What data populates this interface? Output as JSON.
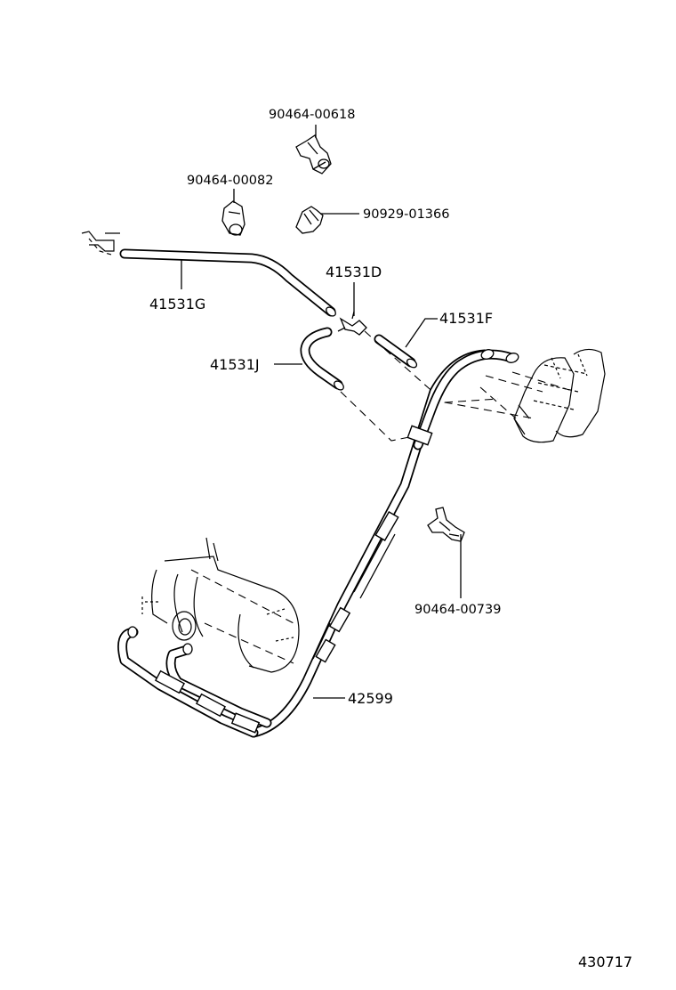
{
  "diagram": {
    "figure_number": "430717",
    "parts": [
      {
        "id": "clamp-top",
        "label": "90464-00618"
      },
      {
        "id": "clamp-left",
        "label": "90464-00082"
      },
      {
        "id": "clip",
        "label": "90929-01366"
      },
      {
        "id": "hose-g",
        "label": "41531G"
      },
      {
        "id": "hose-d",
        "label": "41531D"
      },
      {
        "id": "hose-f",
        "label": "41531F"
      },
      {
        "id": "hose-j",
        "label": "41531J"
      },
      {
        "id": "clamp-right",
        "label": "90464-00739"
      },
      {
        "id": "pipe",
        "label": "42599"
      }
    ]
  }
}
